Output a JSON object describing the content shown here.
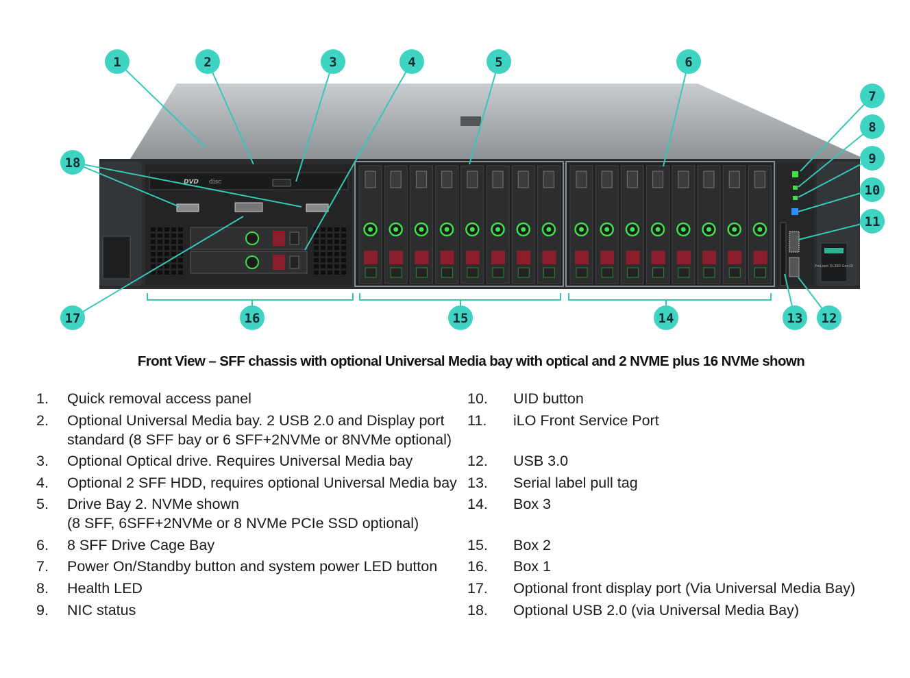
{
  "colors": {
    "callout": "#3fd4c1",
    "callout_line": "#36c7b5",
    "chassis": "#2b2d2f",
    "lid": "#9ea3a6",
    "led_green": "#3fe04a",
    "led_blue": "#2f8cff",
    "bay_red": "#8c1e2c"
  },
  "callouts": [
    "1",
    "2",
    "3",
    "4",
    "5",
    "6",
    "7",
    "8",
    "9",
    "10",
    "11",
    "12",
    "13",
    "14",
    "15",
    "16",
    "17",
    "18"
  ],
  "product_badge": "ProLiant DL380 Gen10",
  "media_bay_labels": {
    "dvd": "DVD",
    "disc": "disc"
  },
  "caption": "Front View – SFF chassis with optional Universal Media bay with optical and 2 NVME plus 16 NVMe shown",
  "legend_left": [
    {
      "num": "1.",
      "lines": [
        "Quick removal access panel"
      ]
    },
    {
      "num": "2.",
      "lines": [
        "Optional Universal Media bay. 2 USB 2.0 and Display port",
        "standard (8 SFF bay or 6 SFF+2NVMe or 8NVMe optional)"
      ]
    },
    {
      "num": "3.",
      "lines": [
        "Optional Optical drive. Requires Universal Media bay"
      ]
    },
    {
      "num": "4.",
      "lines": [
        "Optional 2 SFF HDD, requires optional Universal Media bay"
      ]
    },
    {
      "num": "5.",
      "lines": [
        "Drive Bay 2. NVMe shown",
        "(8 SFF, 6SFF+2NVMe or 8 NVMe PCIe SSD optional)"
      ]
    },
    {
      "num": "6.",
      "lines": [
        "8 SFF Drive Cage Bay"
      ]
    },
    {
      "num": "7.",
      "lines": [
        "Power On/Standby button and system power LED button"
      ]
    },
    {
      "num": "8.",
      "lines": [
        "Health LED"
      ]
    },
    {
      "num": "9.",
      "lines": [
        "NIC status"
      ]
    }
  ],
  "legend_right": [
    {
      "num": "10.",
      "lines": [
        "UID button"
      ]
    },
    {
      "num": "11.",
      "lines": [
        "iLO Front Service Port"
      ]
    },
    {
      "num": "12.",
      "lines": [
        "USB 3.0"
      ]
    },
    {
      "num": "13.",
      "lines": [
        "Serial label pull tag"
      ]
    },
    {
      "num": "14.",
      "lines": [
        "Box 3"
      ]
    },
    {
      "num": "15.",
      "lines": [
        "Box 2"
      ]
    },
    {
      "num": "16.",
      "lines": [
        "Box 1"
      ]
    },
    {
      "num": "17.",
      "lines": [
        "Optional front display port (Via Universal Media Bay)"
      ]
    },
    {
      "num": "18.",
      "lines": [
        "Optional USB 2.0 (via Universal Media Bay)"
      ]
    }
  ]
}
